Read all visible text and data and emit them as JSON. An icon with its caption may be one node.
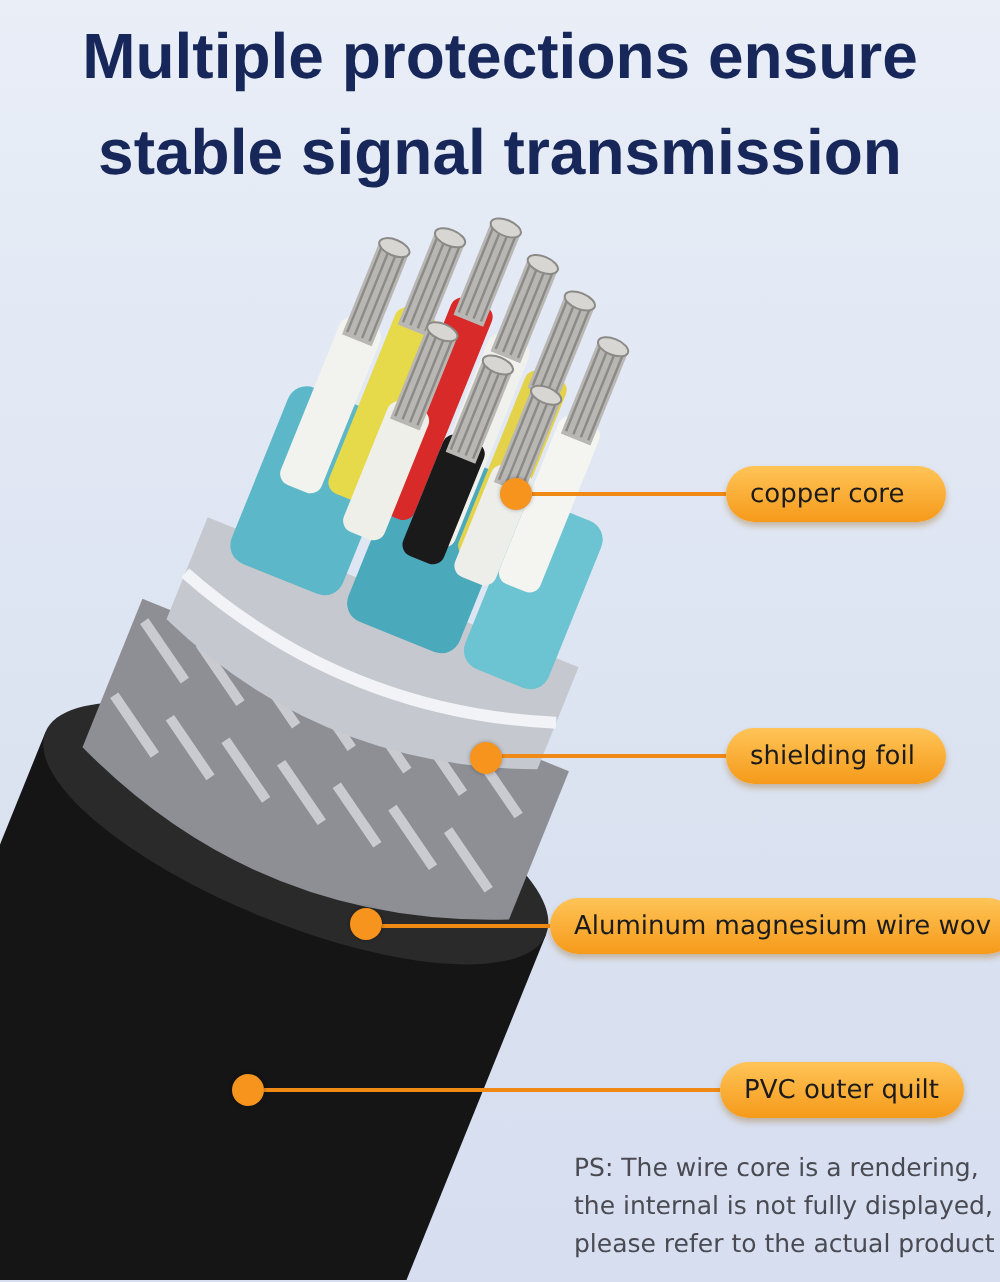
{
  "diagram": {
    "title": "Multiple protections ensure stable signal transmission",
    "nodes": [
      {
        "text": [],
        "shape": "circle"
      },
      {
        "text": [
          "copper core"
        ]
      },
      {
        "text": [],
        "shape": "circle"
      },
      {
        "text": [
          "shielding foil"
        ]
      },
      {
        "text": [],
        "shape": "circle"
      },
      {
        "text": [
          "Aluminum magnesium wire wov"
        ]
      },
      {
        "text": [],
        "shape": "circle"
      },
      {
        "text": [
          "PVC outer quilt"
        ]
      }
    ],
    "edges": [
      {
        "from": 1,
        "to": 0,
        "arrow": "none"
      },
      {
        "from": 3,
        "to": 2,
        "arrow": "none"
      },
      {
        "from": 5,
        "to": 4,
        "arrow": "none"
      },
      {
        "from": 7,
        "to": 6,
        "arrow": "none"
      }
    ],
    "labels": [
      "PS: The wire core is a rendering, the internal is not fully displayed, please refer to the actual product"
    ]
  }
}
